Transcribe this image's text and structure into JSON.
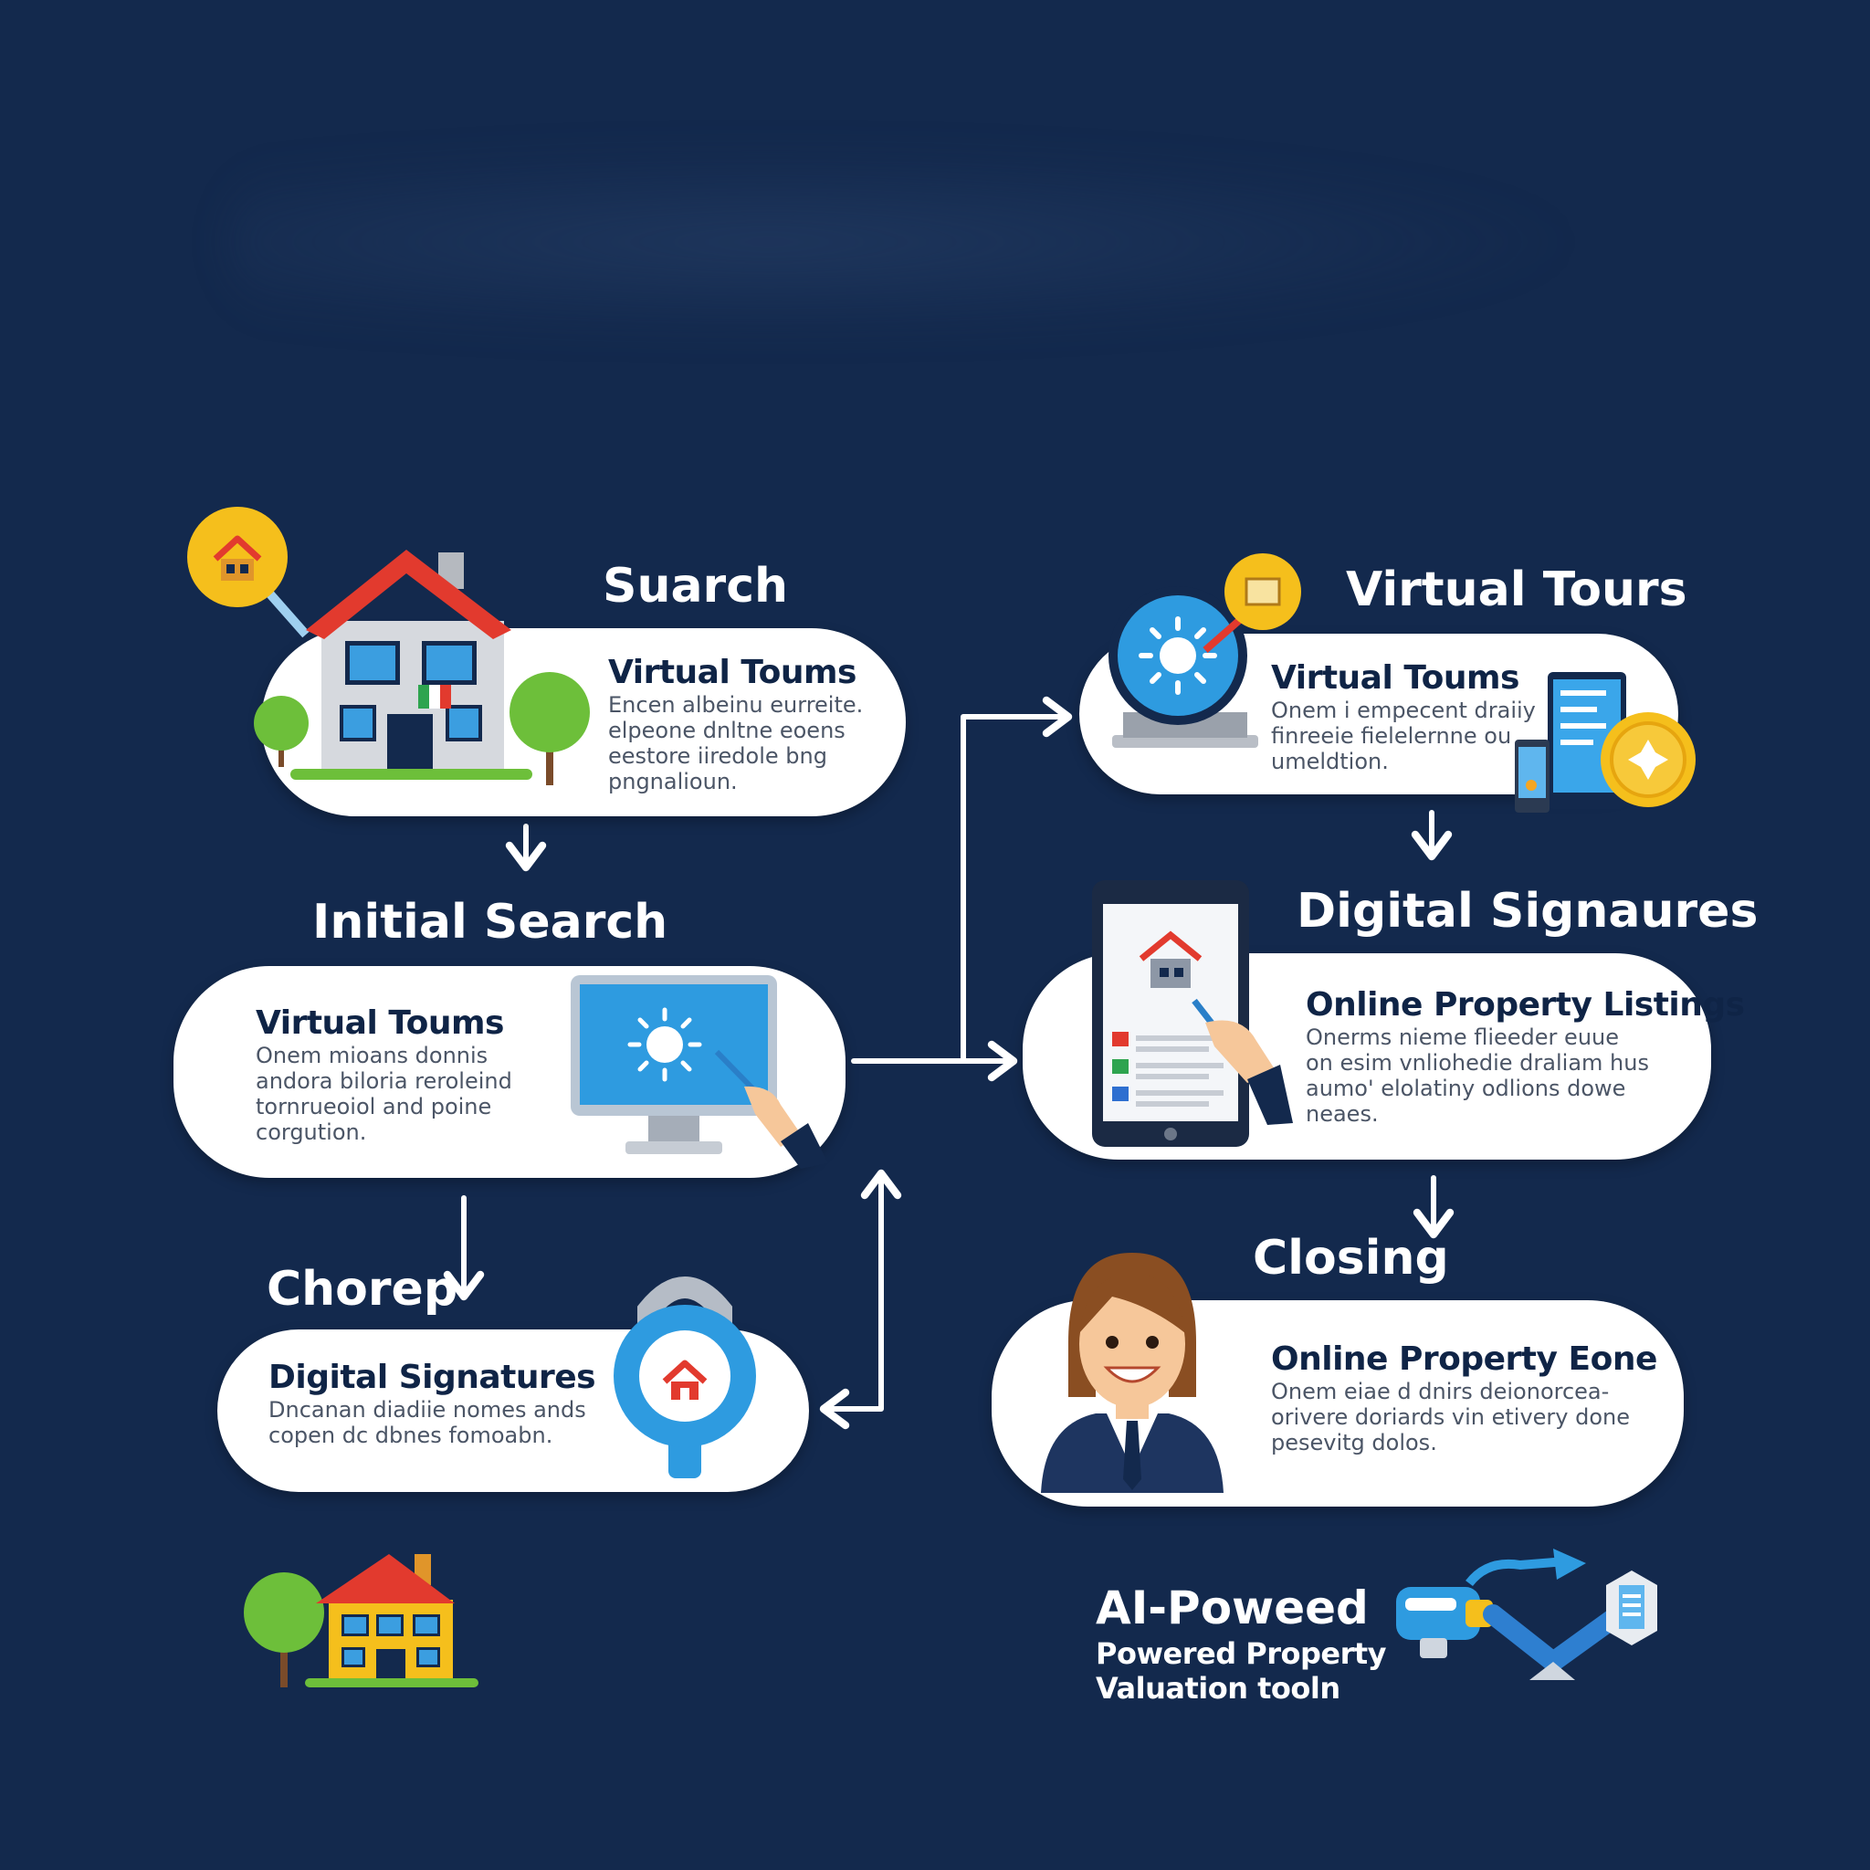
{
  "stages": {
    "search": {
      "title": "Suarch",
      "heading": "Virtual Toums",
      "body": "Encen albeinu eurreite.\nelpeone dnltne eoens\neestore iiredole bng\npngnalioun."
    },
    "virtual_tours": {
      "title": "Virtual Tours",
      "heading": "Virtual Toums",
      "body": "Onem i empecent draiiy\nfinreeie fielelernne ou\numeldtion."
    },
    "initial_search": {
      "title": "Initial Search",
      "heading": "Virtual Toums",
      "body": "Onem mioans donnis\nandora biloria reroleind\ntornrueoiol and poine\ncorgution."
    },
    "digital_signatures": {
      "title": "Digital Signaures",
      "heading": "Online Property Listings",
      "body": "Onerms nieme flieeder euue\non esim vnliohedie draliam hus\naumo' elolatiny odlions dowe\nneaes."
    },
    "chorep": {
      "title": "Chorep",
      "heading": "Digital Signatures",
      "body": "Dncanan diadiie nomes ands\ncopen dc dbnes fomoabn."
    },
    "closing": {
      "title": "Closing",
      "heading": "Online Property Eone",
      "body": "Onem eiae d dnirs deionorcea-\norivere doriards vin etivery done\npesevitg dolos."
    }
  },
  "ai_feature": {
    "title": "AI-Poweed",
    "subtitle": "Powered Property\nValuation tooln"
  },
  "icons": {
    "search": [
      "house-pin-icon",
      "house-icon",
      "tree-icon"
    ],
    "virtual_tours": [
      "laptop-globe-icon",
      "map-badge-icon",
      "phone-icon",
      "coin-icon"
    ],
    "initial_search": [
      "monitor-icon",
      "hand-stylus-icon"
    ],
    "digital_signatures": [
      "tablet-document-icon",
      "hand-pen-icon"
    ],
    "chorep": [
      "padlock-house-icon"
    ],
    "closing": [
      "agent-avatar-icon"
    ],
    "decor": [
      "small-house-icon",
      "tree-icon",
      "vr-headset-icon",
      "robot-arm-icon"
    ]
  },
  "colors": {
    "background": "#13294d",
    "card": "#ffffff",
    "heading": "#0f2446",
    "accent_blue": "#2e9be0",
    "roof_red": "#e23a2e",
    "pin_yellow": "#f5bf1c",
    "tree_green": "#6dbf3a"
  }
}
